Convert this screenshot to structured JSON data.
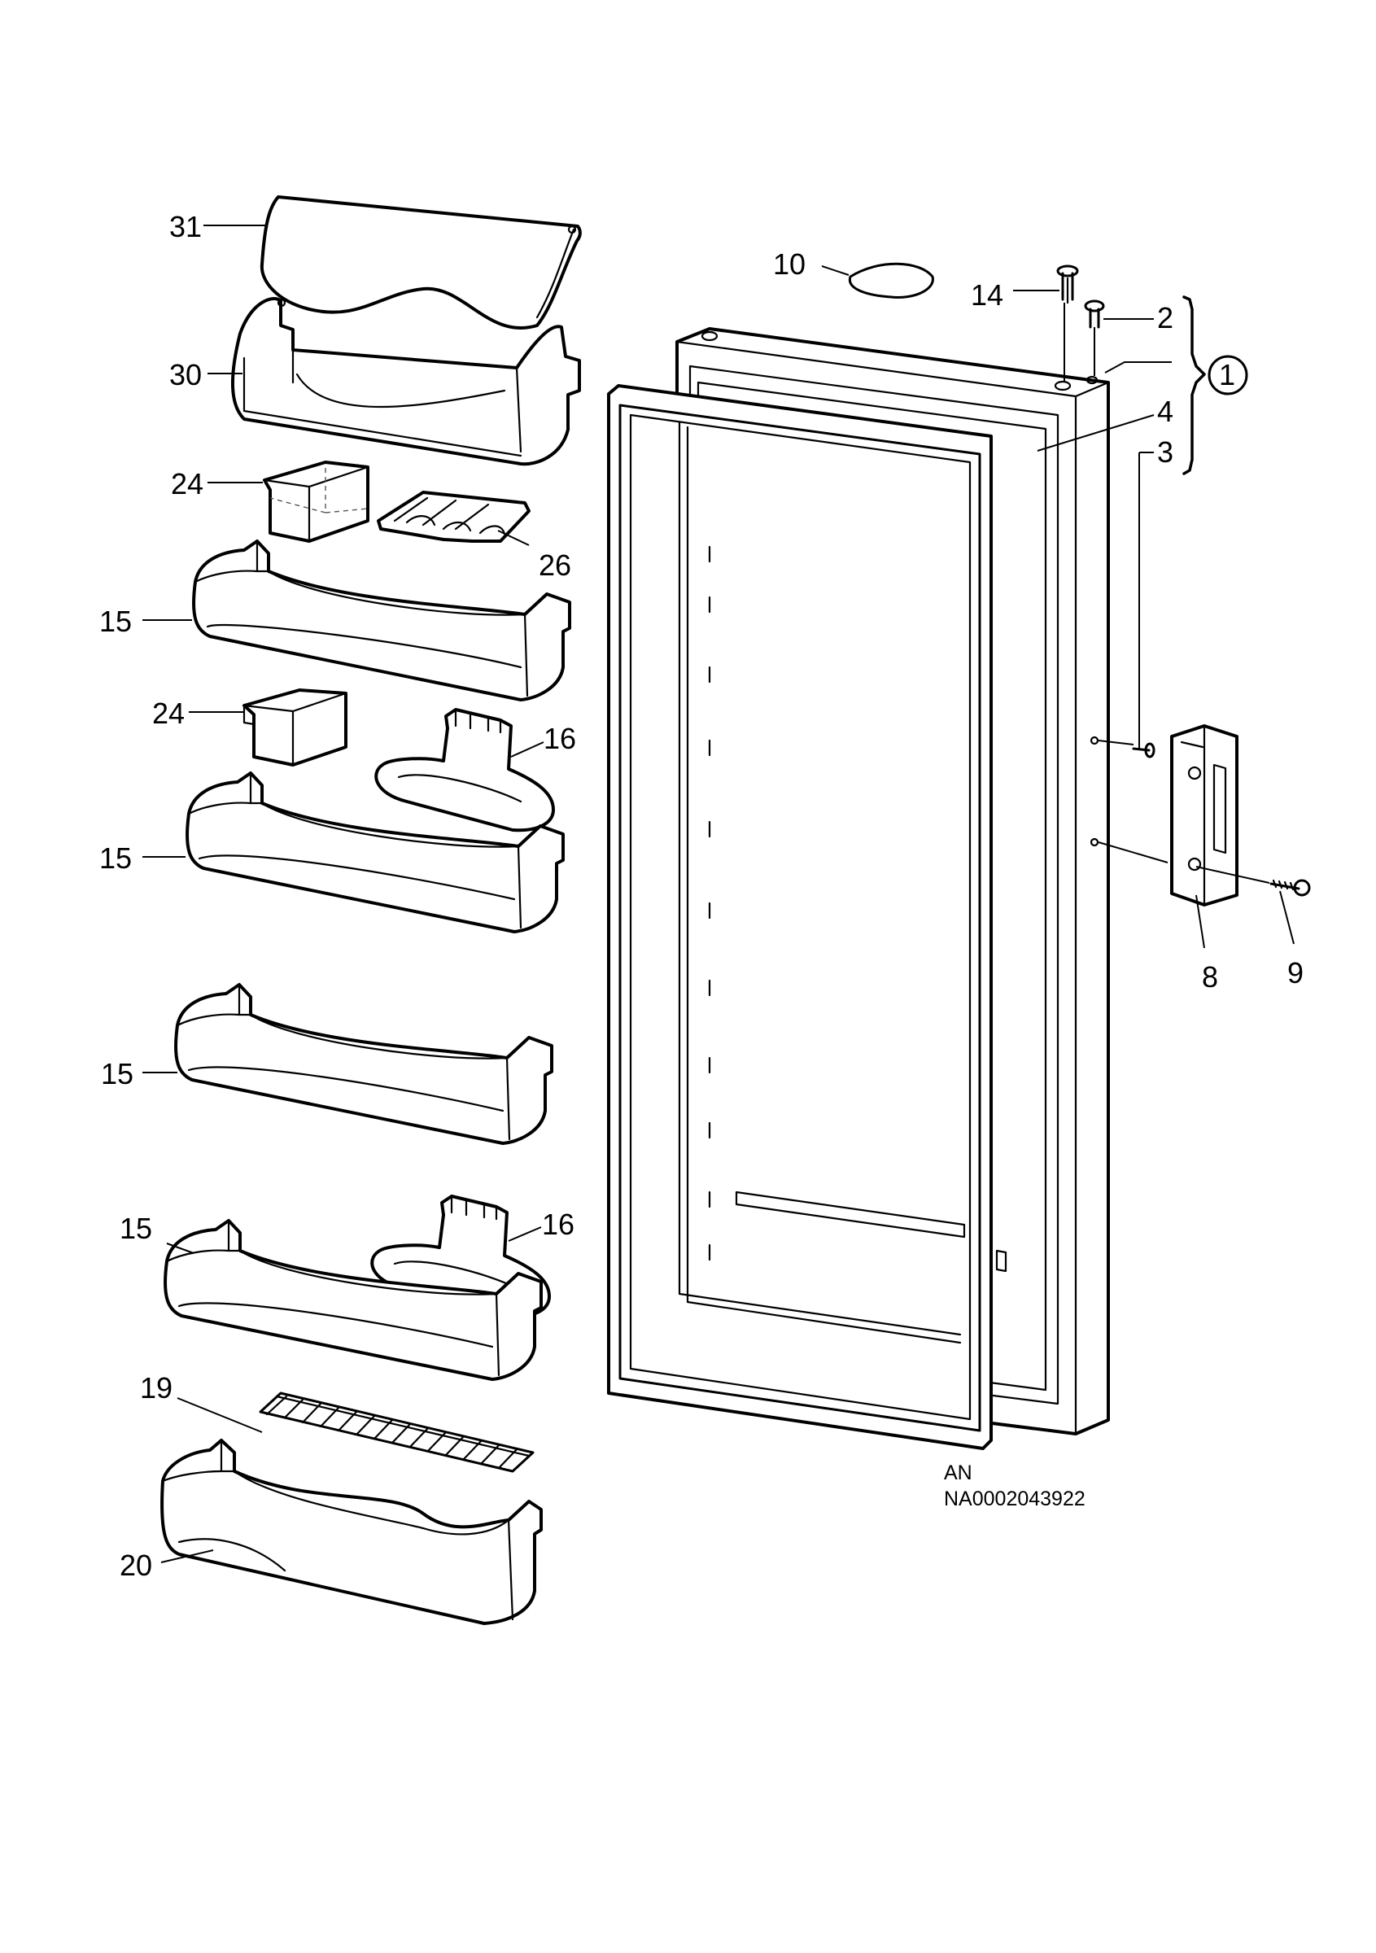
{
  "diagram": {
    "callouts": {
      "c31": "31",
      "c30": "30",
      "c24a": "24",
      "c26": "26",
      "c15a": "15",
      "c24b": "24",
      "c16a": "16",
      "c15b": "15",
      "c15c": "15",
      "c15d": "15",
      "c16b": "16",
      "c19": "19",
      "c20": "20",
      "c10": "10",
      "c14": "14",
      "c2": "2",
      "c1": "1",
      "c4": "4",
      "c3": "3",
      "c8": "8",
      "c9": "9"
    },
    "model_code": "AN",
    "drawing_number": "NA0002043922"
  }
}
